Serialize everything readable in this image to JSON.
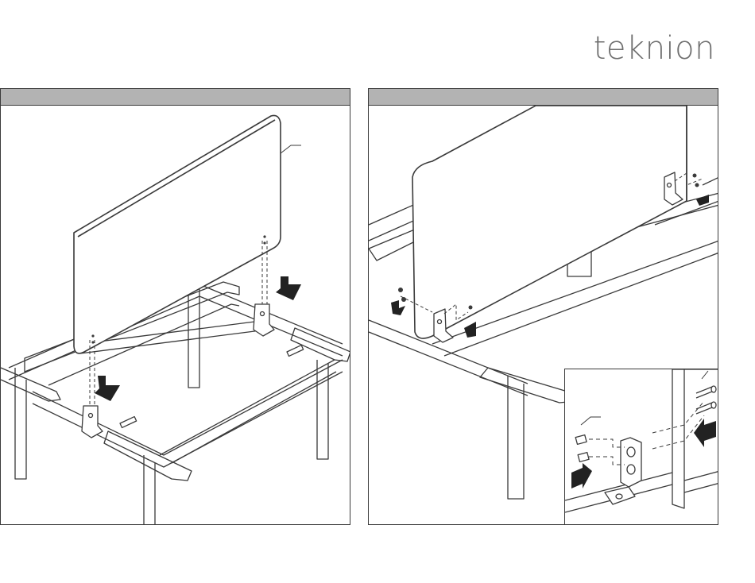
{
  "brand": {
    "logo_text": "teknion"
  },
  "panels": [
    {
      "id": "step-left",
      "header_text": ""
    },
    {
      "id": "step-right",
      "header_text": ""
    }
  ],
  "colors": {
    "header": "#b3b3b3",
    "line": "#3a3a3a",
    "brand": "#6f6f6f",
    "arrow": "#222222"
  }
}
